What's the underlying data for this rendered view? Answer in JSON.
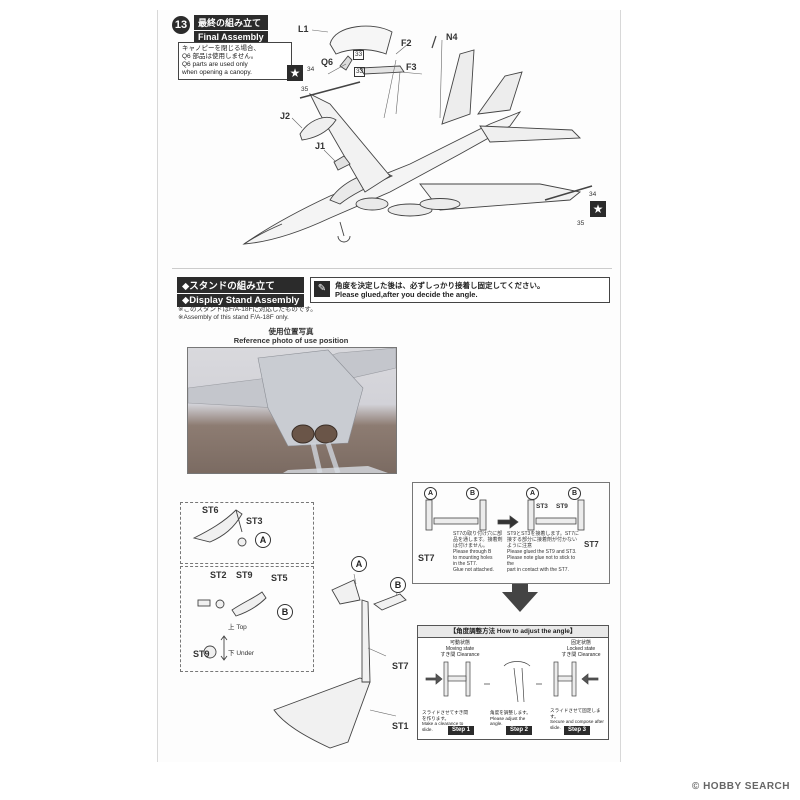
{
  "step13": {
    "number": "13",
    "title_jp": "最終の組み立て",
    "title_en": "Final Assembly",
    "note_jp_1": "キャノピーを閉じる場合、",
    "note_jp_2": "Q6 部品は使用しません。",
    "note_en_1": "Q6 parts are used only",
    "note_en_2": "when opening a canopy.",
    "parts": {
      "L1": "L1",
      "F2": "F2",
      "N4": "N4",
      "Q6": "Q6",
      "F3": "F3",
      "J2": "J2",
      "J1": "J1",
      "n33a": "33",
      "n33b": "33",
      "n34a": "34",
      "n35a": "35",
      "n34b": "34",
      "n35b": "35"
    }
  },
  "stand": {
    "title_jp": "◆スタンドの組み立て",
    "title_en": "◆Display Stand Assembly",
    "glue_note_jp": "角度を決定した後は、必ずしっかり接着し固定してください。",
    "glue_note_en": "Please glued,after you decide the angle.",
    "assembly_note_jp": "※このスタンドはF/A-18Fに対応したものです。",
    "assembly_note_en": "※Assembly of this stand F/A-18F only.",
    "photo_caption_jp": "使用位置写真",
    "photo_caption_en": "Reference photo of use position",
    "parts": {
      "ST6": "ST6",
      "ST3": "ST3",
      "A": "A",
      "ST2": "ST2",
      "ST9": "ST9",
      "ST5": "ST5",
      "B": "B",
      "ST9_lower": "ST9",
      "top": "Top",
      "under": "Under",
      "top_jp": "上",
      "under_jp": "下",
      "ST7": "ST7",
      "ST1": "ST1",
      "ST7_right": "ST7",
      "ST3_right": "ST3",
      "ST9_right": "ST9",
      "ST7_left": "ST7"
    },
    "insert_note_left_jp": "ST7の取り付け穴に部品を通します。接着剤は付けません。",
    "insert_note_left_en_1": "Please through B",
    "insert_note_left_en_2": "to mounting holes",
    "insert_note_left_en_3": "in the ST7.",
    "insert_note_left_en_4": "Glue not attached.",
    "insert_note_right_jp": "ST9とST3を接着します。ST7に接する部分に接着剤が付かないように注意",
    "insert_note_right_en_1": "Please glued the ST9 and ST3.",
    "insert_note_right_en_2": "Please note glue not to stick to the",
    "insert_note_right_en_3": "part in contact with the ST7.",
    "adjust": {
      "title_jp": "【角度調整方法",
      "title_en": "How to adjust the angle】",
      "state1_jp": "可動状態",
      "state1_en": "Moving state",
      "clearance1": "すき間 Clearance",
      "state3_jp": "固定状態",
      "state3_en": "Locked state",
      "clearance3": "すき間 Clearance",
      "step1_jp": "スライドさせてすき間を作ります。",
      "step1_en": "Make a clearance to slide.",
      "step2_jp": "角度を調整します。",
      "step2_en": "Please adjust the angle.",
      "step3_jp": "スライドさせて固定します。",
      "step3_en": "Secure and compose after slide.",
      "step1": "Step 1",
      "step2": "Step 2",
      "step3": "Step 3"
    }
  },
  "watermark": "HOBBY SEARCH",
  "watermark_mark": "©"
}
